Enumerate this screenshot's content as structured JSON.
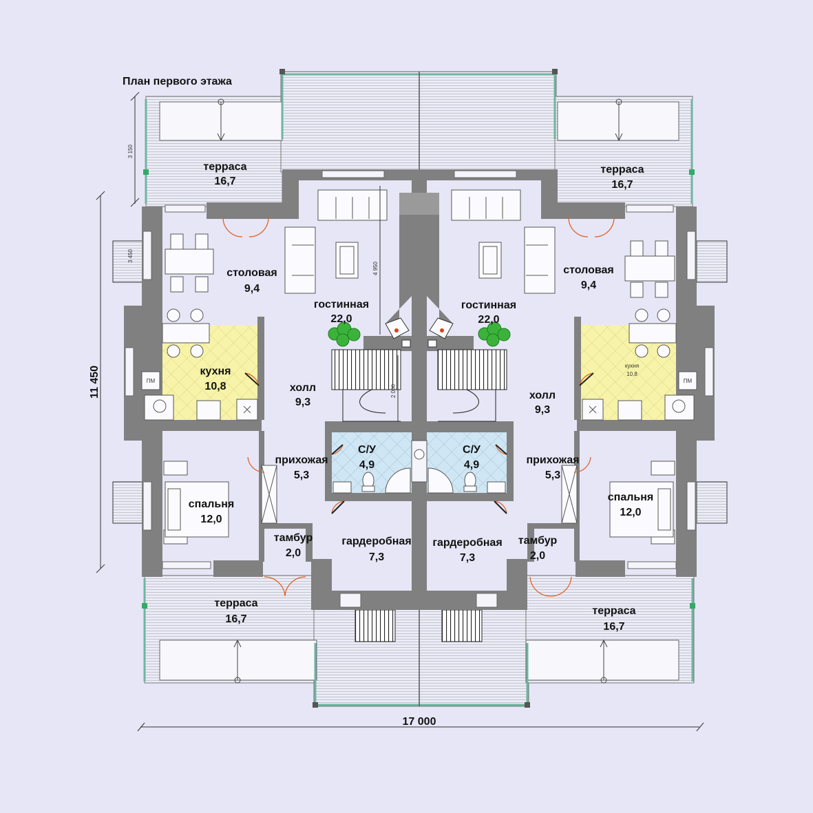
{
  "plan": {
    "title": "План первого этажа",
    "dimension_width": "17 000",
    "dimension_height": "11 450",
    "dim_terrace_depth": "3 150",
    "dim_dining_depth": "3 450",
    "dim_living_depth": "4 950",
    "dim_stair": "2 000",
    "left_unit": {
      "terrace_top_name": "терраса",
      "terrace_top_area": "16,7",
      "dining_name": "столовая",
      "dining_area": "9,4",
      "living_name": "гостинная",
      "living_area": "22,0",
      "kitchen_name": "кухня",
      "kitchen_area": "10,8",
      "hall_name": "холл",
      "hall_area": "9,3",
      "bath_name": "С/У",
      "bath_area": "4,9",
      "entry_name": "прихожая",
      "entry_area": "5,3",
      "bedroom_name": "спальня",
      "bedroom_area": "12,0",
      "vestibule_name": "тамбур",
      "vestibule_area": "2,0",
      "wardrobe_name": "гардеробная",
      "wardrobe_area": "7,3",
      "terrace_bottom_name": "терраса",
      "terrace_bottom_area": "16,7",
      "pm_label": "ПМ"
    },
    "right_unit": {
      "terrace_top_name": "терраса",
      "terrace_top_area": "16,7",
      "dining_name": "столовая",
      "dining_area": "9,4",
      "living_name": "гостинная",
      "living_area": "22,0",
      "kitchen_name": "кухня",
      "kitchen_area": "10,8",
      "hall_name": "холл",
      "hall_area": "9,3",
      "bath_name": "С/У",
      "bath_area": "4,9",
      "entry_name": "прихожая",
      "entry_area": "5,3",
      "bedroom_name": "спальня",
      "bedroom_area": "12,0",
      "vestibule_name": "тамбур",
      "vestibule_area": "2,0",
      "wardrobe_name": "гардеробная",
      "wardrobe_area": "7,3",
      "terrace_bottom_name": "терраса",
      "terrace_bottom_area": "16,7",
      "pm_label": "ПМ"
    },
    "colors": {
      "background": "#e6e6f6",
      "wall": "#808080",
      "kitchen_floor": "#f7f3a8",
      "bath_floor": "#cfe6f4",
      "door": "#e05a1a",
      "glass": "#6fb5a0",
      "plant": "#3bb33b"
    }
  }
}
